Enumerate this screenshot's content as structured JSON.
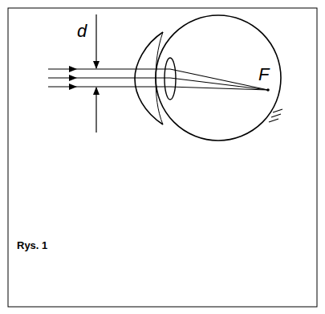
{
  "diagram": {
    "caption": "Rys. 1",
    "labels": [
      "d",
      "F"
    ]
  }
}
